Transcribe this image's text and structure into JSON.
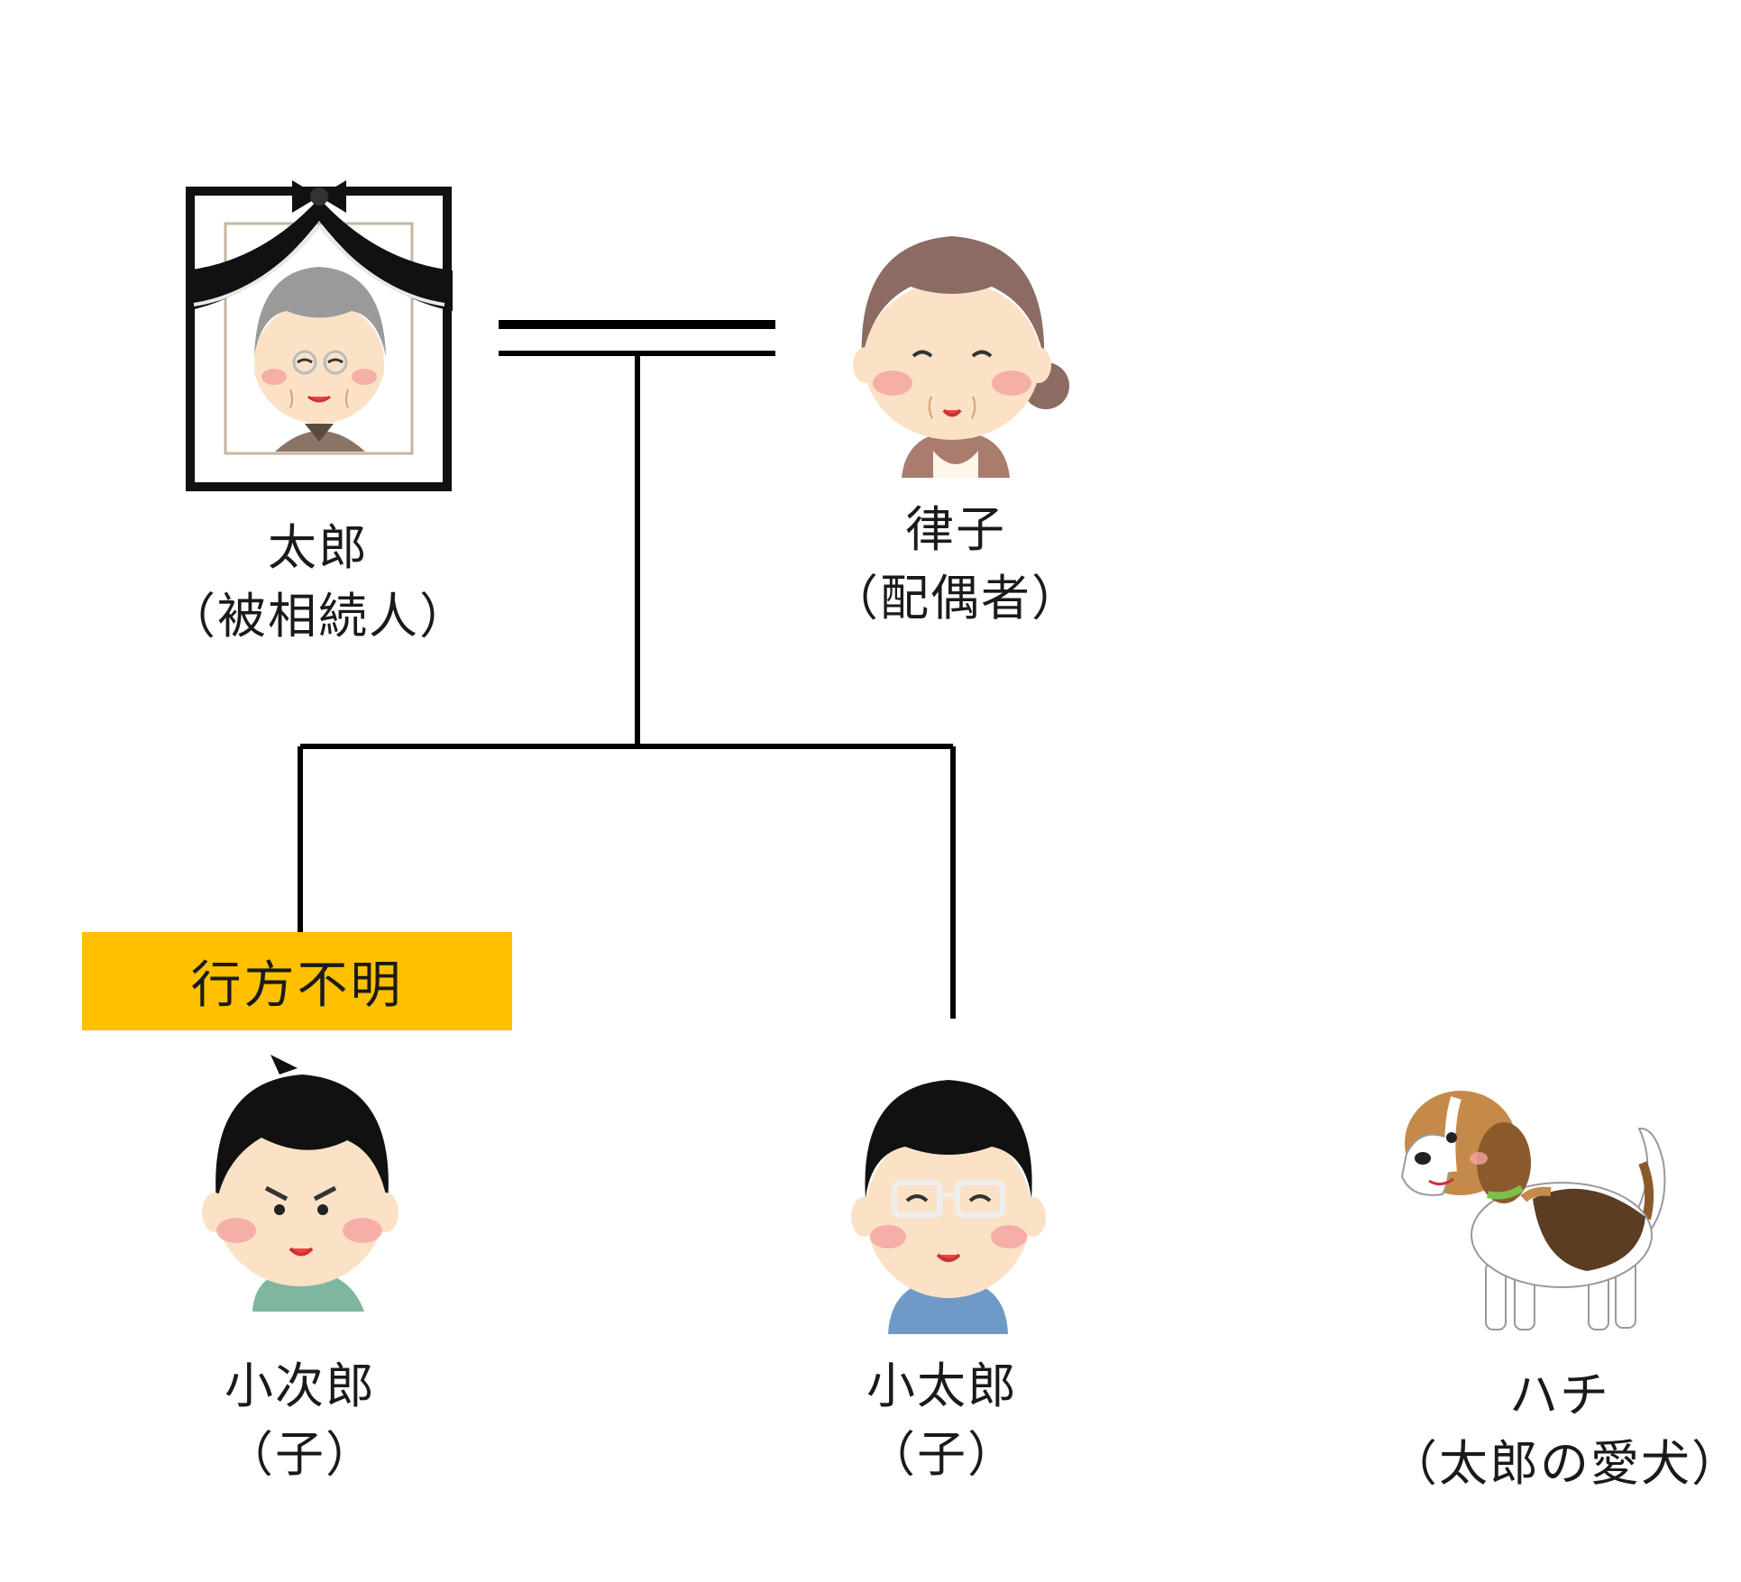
{
  "people": {
    "taro": {
      "name": "太郎",
      "role": "（被相続人）"
    },
    "ritsuko": {
      "name": "律子",
      "role": "（配偶者）"
    },
    "kojiro": {
      "name": "小次郎",
      "role": "（子）"
    },
    "kotaro": {
      "name": "小太郎",
      "role": "（子）"
    },
    "hachi": {
      "name": "ハチ",
      "role": "（太郎の愛犬）"
    }
  },
  "status_box": {
    "label": "行方不明",
    "color": "#FFC000"
  },
  "icons": {
    "taro": "deceased-grandfather-portrait-icon",
    "ritsuko": "grandmother-icon",
    "kojiro": "angry-boy-icon",
    "kotaro": "boy-with-glasses-icon",
    "hachi": "beagle-dog-icon"
  }
}
